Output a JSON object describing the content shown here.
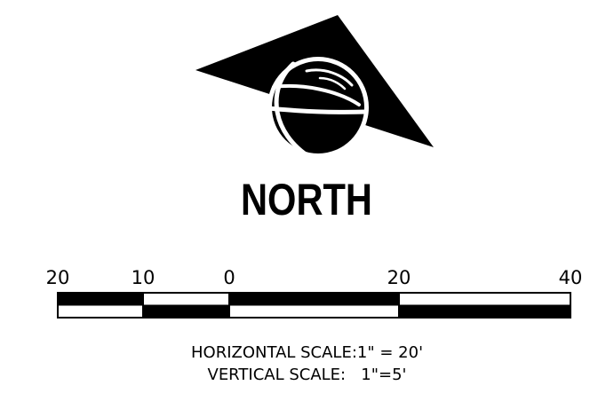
{
  "north_arrow": {
    "label": "NORTH",
    "icon": "north-arrow-globe-icon"
  },
  "scale_bar": {
    "tick_labels": [
      "20",
      "10",
      "0",
      "20",
      "40"
    ],
    "horizontal_scale": "HORIZONTAL SCALE:1\" = 20'",
    "vertical_scale": "VERTICAL SCALE:   1\"=5'"
  },
  "colors": {
    "ink": "#000000",
    "paper": "#ffffff"
  }
}
